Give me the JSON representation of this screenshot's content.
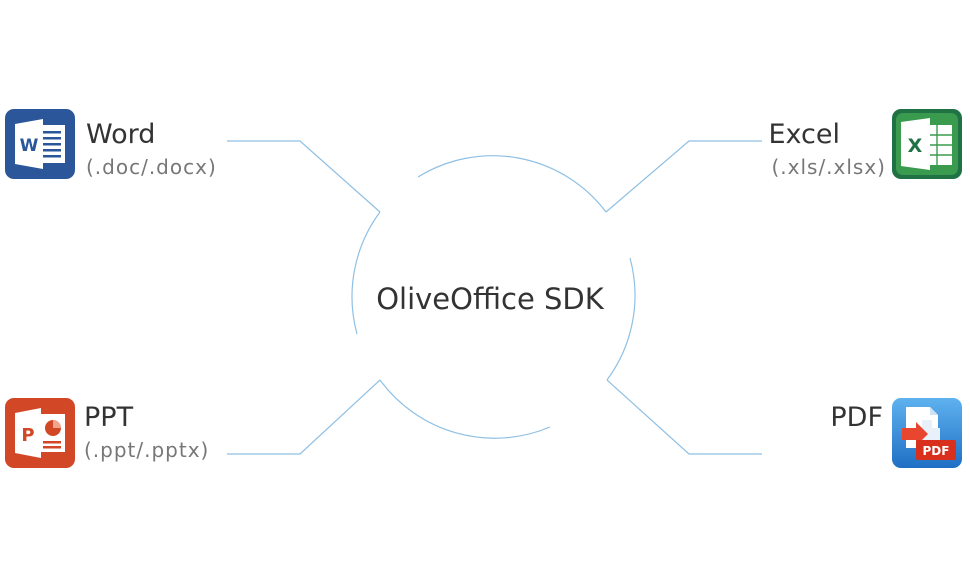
{
  "center": {
    "label": "OliveOffice SDK"
  },
  "formats": {
    "word": {
      "name": "Word",
      "ext": "(.doc/.docx)",
      "icon": "word-icon",
      "color": "#2b579a"
    },
    "excel": {
      "name": "Excel",
      "ext": "(.xls/.xlsx)",
      "icon": "excel-icon",
      "color": "#207245"
    },
    "ppt": {
      "name": "PPT",
      "ext": "(.ppt/.pptx)",
      "icon": "powerpoint-icon",
      "color": "#d24726"
    },
    "pdf": {
      "name": "PDF",
      "ext": "",
      "icon": "pdf-icon",
      "color": "#2a7fd4"
    }
  },
  "line_color": "#8fc0e4"
}
